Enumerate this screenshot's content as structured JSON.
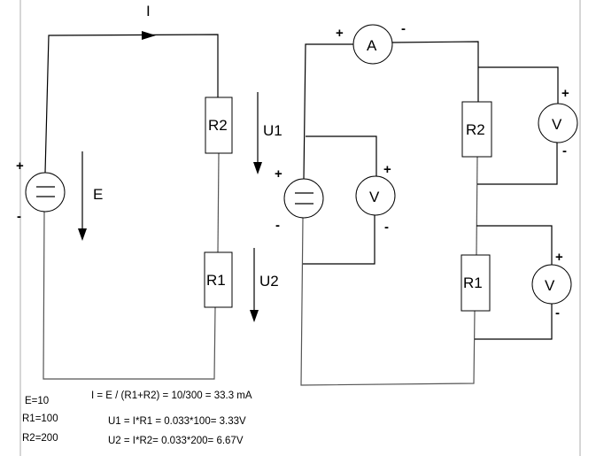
{
  "left_circuit": {
    "current_label": "I",
    "source_label": "E",
    "source_plus": "+",
    "source_minus": "-",
    "resistor_top": "R2",
    "resistor_bottom": "R1",
    "voltage_top": "U1",
    "voltage_bottom": "U2"
  },
  "right_circuit": {
    "ammeter_label": "A",
    "ammeter_plus": "+",
    "ammeter_minus": "-",
    "source_plus": "+",
    "source_minus": "-",
    "voltmeter_source_label": "V",
    "voltmeter_source_plus": "+",
    "voltmeter_source_minus": "-",
    "resistor_top": "R2",
    "resistor_bottom": "R1",
    "voltmeter_r2_label": "V",
    "voltmeter_r2_plus": "+",
    "voltmeter_r2_minus": "-",
    "voltmeter_r1_label": "V",
    "voltmeter_r1_plus": "+",
    "voltmeter_r1_minus": "-"
  },
  "givens": {
    "e": "E=10",
    "r1": "R1=100",
    "r2": "R2=200"
  },
  "calculations": {
    "current": "I = E / (R1+R2)  = 10/300 = 33.3 mA",
    "u1": "U1  =  I*R1 = 0.033*100= 3.33V",
    "u2": "U2  =  I*R2= 0.033*200= 6.67V"
  }
}
